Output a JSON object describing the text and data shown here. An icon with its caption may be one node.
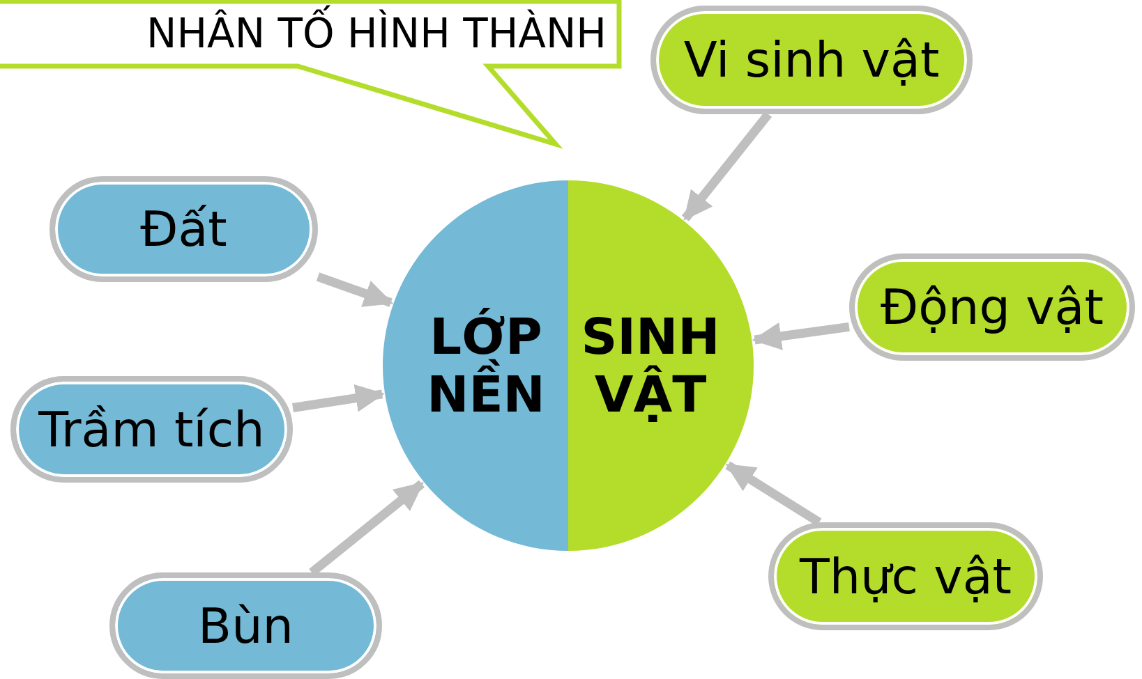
{
  "diagram": {
    "nodes": [
      {
        "text": [
          "NHÂN TỐ HÌNH THÀNH"
        ]
      },
      {
        "text": [
          "LỚP NỀN"
        ]
      },
      {
        "text": [
          "SINH VẬT"
        ]
      },
      {
        "text": [
          "Vi sinh vật"
        ]
      },
      {
        "text": [
          "Đất"
        ]
      },
      {
        "text": [
          "Động vật"
        ]
      },
      {
        "text": [
          "Trầm tích"
        ]
      },
      {
        "text": [
          "Thực vật"
        ]
      },
      {
        "text": [
          "Bùn"
        ]
      }
    ],
    "edges": [
      {
        "from": 3,
        "to": 2,
        "arrow": "to"
      },
      {
        "from": 4,
        "to": 1,
        "arrow": "to"
      },
      {
        "from": 5,
        "to": 2,
        "arrow": "to"
      },
      {
        "from": 6,
        "to": 1,
        "arrow": "to"
      },
      {
        "from": 7,
        "to": 2,
        "arrow": "to"
      },
      {
        "from": 8,
        "to": 1,
        "arrow": "to"
      }
    ]
  }
}
